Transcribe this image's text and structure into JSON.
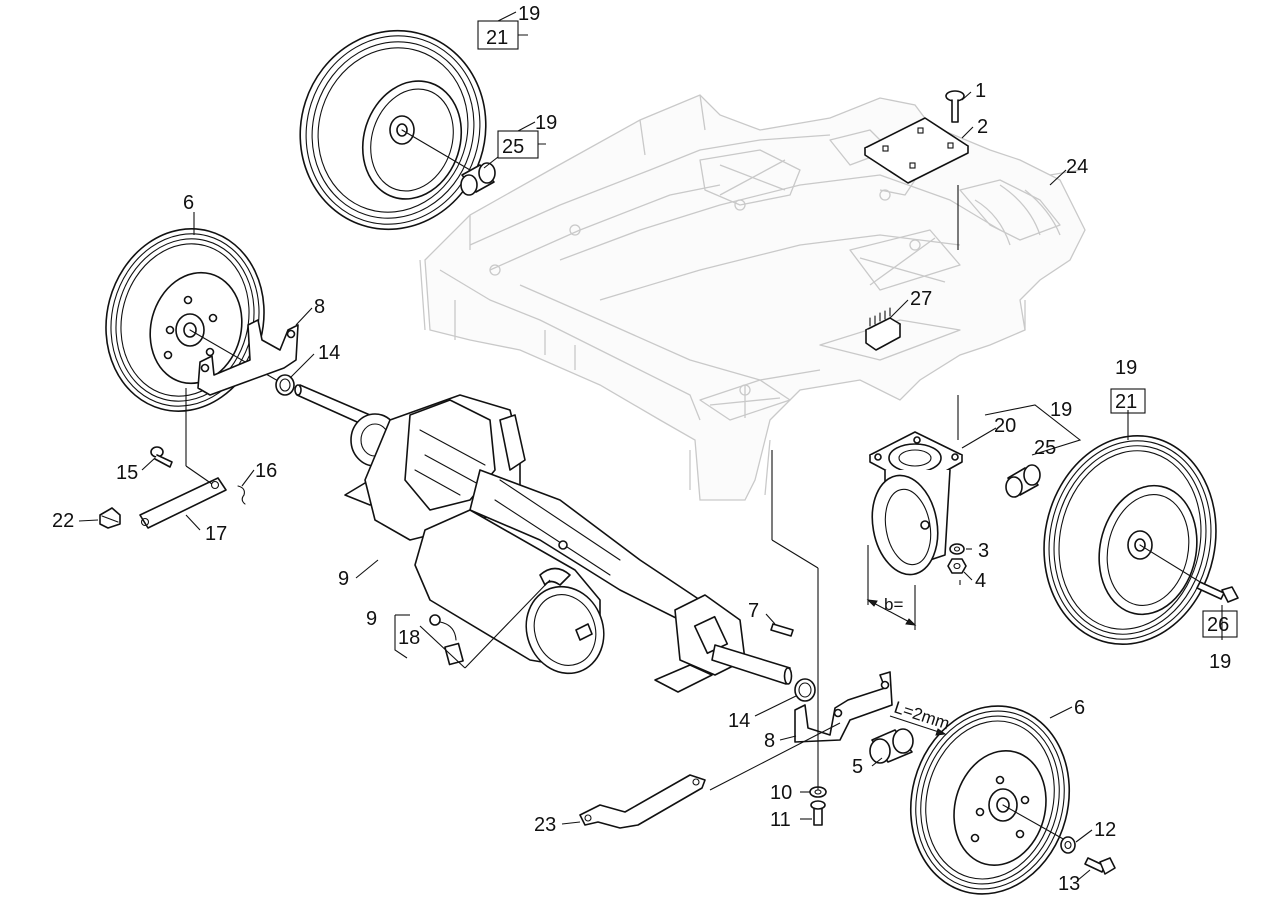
{
  "callouts": {
    "n1": "1",
    "n2": "2",
    "n3": "3",
    "n4": "4",
    "n5": "5",
    "n6a": "6",
    "n6b": "6",
    "n7": "7",
    "n8a": "8",
    "n8b": "8",
    "n9a": "9",
    "n9b": "9",
    "n10": "10",
    "n11": "11",
    "n12": "12",
    "n13": "13",
    "n14a": "14",
    "n14b": "14",
    "n15": "15",
    "n16": "16",
    "n17": "17",
    "n18": "18",
    "n19a": "19",
    "n19b": "19",
    "n19c": "19",
    "n19d": "19",
    "n19e": "19",
    "n20": "20",
    "n21a": "21",
    "n21b": "21",
    "n22": "22",
    "n23": "23",
    "n24": "24",
    "n25a": "25",
    "n25b": "25",
    "n26": "26",
    "n27": "27"
  },
  "dimensions": {
    "gap": "L=2mm",
    "caster_offset": "b="
  }
}
